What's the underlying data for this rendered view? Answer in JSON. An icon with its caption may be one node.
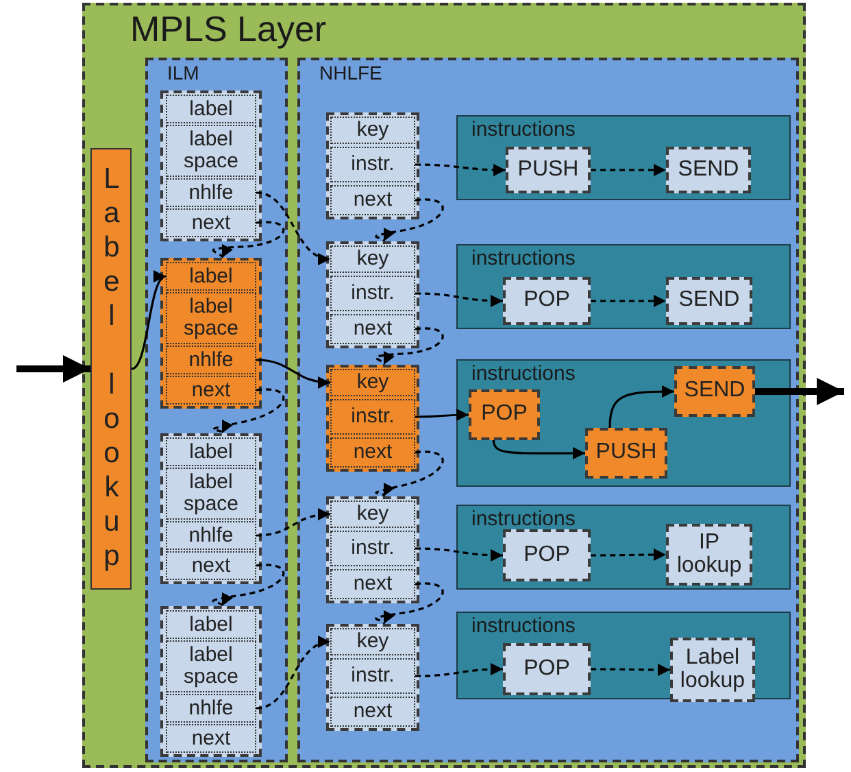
{
  "diagram": {
    "nodes": [
      {
        "text": [
          "MPLS Layer"
        ]
      },
      {
        "text": [
          "Label lookup"
        ],
        "in": 0
      },
      {
        "text": [
          "ILM"
        ],
        "in": 0
      },
      {
        "text": [],
        "shape": "box",
        "in": 2
      },
      {
        "text": [
          "label"
        ],
        "in": 3
      },
      {
        "text": [
          "label space"
        ],
        "in": 3
      },
      {
        "text": [
          "nhlfe"
        ],
        "in": 3
      },
      {
        "text": [
          "next"
        ],
        "in": 3
      },
      {
        "text": [],
        "shape": "box",
        "in": 2
      },
      {
        "text": [
          "label"
        ],
        "in": 8
      },
      {
        "text": [
          "label space"
        ],
        "in": 8
      },
      {
        "text": [
          "nhlfe"
        ],
        "in": 8
      },
      {
        "text": [
          "next"
        ],
        "in": 8
      },
      {
        "text": [],
        "shape": "box",
        "in": 2
      },
      {
        "text": [
          "label"
        ],
        "in": 13
      },
      {
        "text": [
          "label space"
        ],
        "in": 13
      },
      {
        "text": [
          "nhlfe"
        ],
        "in": 13
      },
      {
        "text": [
          "next"
        ],
        "in": 13
      },
      {
        "text": [],
        "shape": "box",
        "in": 2
      },
      {
        "text": [
          "label"
        ],
        "in": 18
      },
      {
        "text": [
          "label space"
        ],
        "in": 18
      },
      {
        "text": [
          "nhlfe"
        ],
        "in": 18
      },
      {
        "text": [
          "next"
        ],
        "in": 18
      },
      {
        "text": [
          "NHLFE"
        ],
        "in": 0
      },
      {
        "text": [],
        "shape": "box",
        "in": 23
      },
      {
        "text": [
          "key"
        ],
        "in": 24
      },
      {
        "text": [
          "instr."
        ],
        "in": 24
      },
      {
        "text": [
          "next"
        ],
        "in": 24
      },
      {
        "text": [
          "instructions"
        ],
        "in": 23
      },
      {
        "text": [
          "PUSH"
        ],
        "in": 28
      },
      {
        "text": [
          "SEND"
        ],
        "in": 28
      },
      {
        "text": [],
        "shape": "box",
        "in": 23
      },
      {
        "text": [
          "key"
        ],
        "in": 31
      },
      {
        "text": [
          "instr."
        ],
        "in": 31
      },
      {
        "text": [
          "next"
        ],
        "in": 31
      },
      {
        "text": [
          "instructions"
        ],
        "in": 23
      },
      {
        "text": [
          "POP"
        ],
        "in": 35
      },
      {
        "text": [
          "SEND"
        ],
        "in": 35
      },
      {
        "text": [],
        "shape": "box",
        "in": 23
      },
      {
        "text": [
          "key"
        ],
        "in": 38
      },
      {
        "text": [
          "instr."
        ],
        "in": 38
      },
      {
        "text": [
          "next"
        ],
        "in": 38
      },
      {
        "text": [
          "instructions"
        ],
        "in": 23
      },
      {
        "text": [
          "POP"
        ],
        "in": 42
      },
      {
        "text": [
          "PUSH"
        ],
        "in": 42
      },
      {
        "text": [
          "SEND"
        ],
        "in": 42
      },
      {
        "text": [],
        "shape": "box",
        "in": 23
      },
      {
        "text": [
          "key"
        ],
        "in": 46
      },
      {
        "text": [
          "instr."
        ],
        "in": 46
      },
      {
        "text": [
          "next"
        ],
        "in": 46
      },
      {
        "text": [
          "instructions"
        ],
        "in": 23
      },
      {
        "text": [
          "POP"
        ],
        "in": 50
      },
      {
        "text": [
          "IP lookup"
        ],
        "in": 50
      },
      {
        "text": [],
        "shape": "box",
        "in": 23
      },
      {
        "text": [
          "key"
        ],
        "in": 53
      },
      {
        "text": [
          "instr."
        ],
        "in": 53
      },
      {
        "text": [
          "next"
        ],
        "in": 53
      },
      {
        "text": [
          "instructions"
        ],
        "in": 23
      },
      {
        "text": [
          "POP"
        ],
        "in": 57
      },
      {
        "text": [
          "Label lookup"
        ],
        "in": 57
      }
    ],
    "edges": [
      {
        "from": null,
        "to": 1,
        "arrow": "to",
        "style": "thick"
      },
      {
        "from": 1,
        "to": 9,
        "arrow": "to"
      },
      {
        "from": 7,
        "to": 8,
        "arrow": "to",
        "style": "dashed"
      },
      {
        "from": 6,
        "to": 32,
        "arrow": "to",
        "style": "dashed"
      },
      {
        "from": 11,
        "to": 39,
        "arrow": "to"
      },
      {
        "from": 12,
        "to": 13,
        "arrow": "to",
        "style": "dashed"
      },
      {
        "from": 16,
        "to": 47,
        "arrow": "to",
        "style": "dashed"
      },
      {
        "from": 17,
        "to": 18,
        "arrow": "to",
        "style": "dashed"
      },
      {
        "from": 21,
        "to": 54,
        "arrow": "to",
        "style": "dashed"
      },
      {
        "from": 26,
        "to": 29,
        "arrow": "to",
        "style": "dashed"
      },
      {
        "from": 29,
        "to": 30,
        "arrow": "to",
        "style": "dashed"
      },
      {
        "from": 27,
        "to": 31,
        "arrow": "to",
        "style": "dashed"
      },
      {
        "from": 33,
        "to": 36,
        "arrow": "to",
        "style": "dashed"
      },
      {
        "from": 36,
        "to": 37,
        "arrow": "to",
        "style": "dashed"
      },
      {
        "from": 34,
        "to": 38,
        "arrow": "to",
        "style": "dashed"
      },
      {
        "from": 40,
        "to": 43,
        "arrow": "to"
      },
      {
        "from": 43,
        "to": 44,
        "arrow": "to"
      },
      {
        "from": 44,
        "to": 45,
        "arrow": "to"
      },
      {
        "from": 45,
        "to": null,
        "arrow": "to",
        "style": "thick"
      },
      {
        "from": 41,
        "to": 46,
        "arrow": "to",
        "style": "dashed"
      },
      {
        "from": 48,
        "to": 51,
        "arrow": "to",
        "style": "dashed"
      },
      {
        "from": 51,
        "to": 52,
        "arrow": "to",
        "style": "dashed"
      },
      {
        "from": 49,
        "to": 53,
        "arrow": "to",
        "style": "dashed"
      },
      {
        "from": 55,
        "to": 58,
        "arrow": "to",
        "style": "dashed"
      },
      {
        "from": 58,
        "to": 59,
        "arrow": "to",
        "style": "dashed"
      }
    ]
  }
}
